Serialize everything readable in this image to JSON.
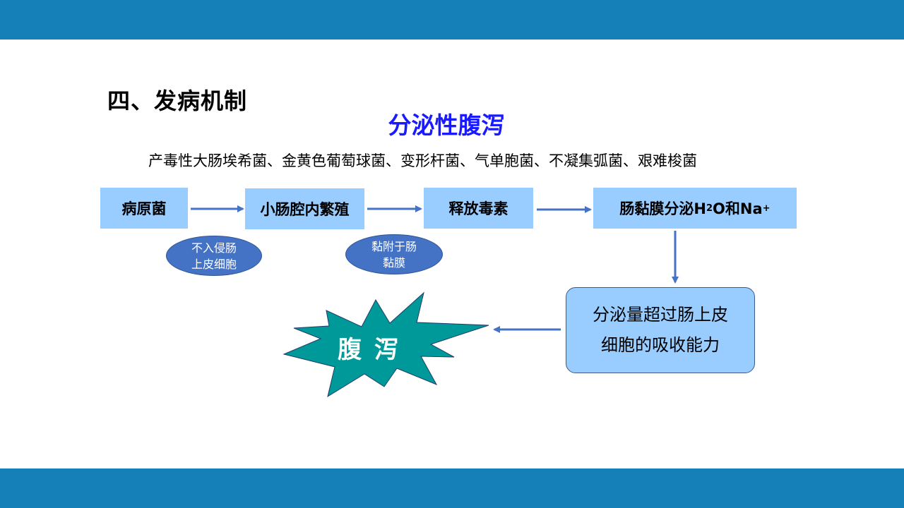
{
  "heading": "四、发病机制",
  "subtitle": "分泌性腹泻",
  "bacteria_list": "产毒性大肠埃希菌、金黄色葡萄球菌、变形杆菌、气单胞菌、不凝集弧菌、艰难梭菌",
  "flow": {
    "step1": "病原菌",
    "step2": "小肠腔内繁殖",
    "step3": "释放毒素",
    "step4": {
      "prefix": "肠黏膜分泌H",
      "sub": "2",
      "mid": "O和Na",
      "sup": "+"
    }
  },
  "notes": {
    "note1_line1": "不入侵肠",
    "note1_line2": "上皮细胞",
    "note2_line1": "黏附于肠",
    "note2_line2": "黏膜"
  },
  "result_box": {
    "line1": "分泌量超过肠上皮",
    "line2": "细胞的吸收能力"
  },
  "outcome": "腹泻",
  "colors": {
    "bar": "#1580b8",
    "box": "#99ccff",
    "arrow": "#4472c4",
    "ellipse": "#4472c4",
    "burst": "#009999",
    "subtitle": "#1a1aff"
  }
}
